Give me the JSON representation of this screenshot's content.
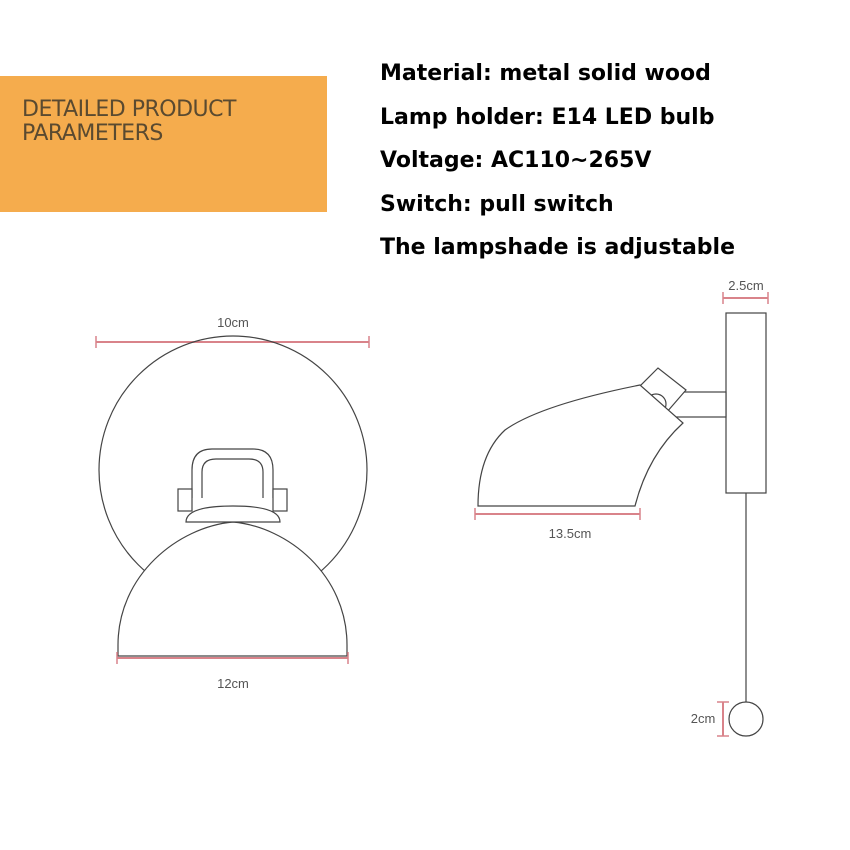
{
  "banner": {
    "line1": "DETAILED PRODUCT",
    "line2": "PARAMETERS",
    "color": "#f5ac4d"
  },
  "specs": [
    "Material: metal solid wood",
    "Lamp holder: E14 LED bulb",
    "Voltage: AC110~265V",
    "Switch: pull switch",
    "The lampshade is adjustable"
  ],
  "dimensions": {
    "front_backplate_width": "10cm",
    "front_shade_width": "12cm",
    "side_backplate_depth": "2.5cm",
    "side_shade_length": "13.5cm",
    "pull_knob": "2cm"
  },
  "colors": {
    "dimension_line": "#d9838a",
    "outline": "#444444"
  }
}
